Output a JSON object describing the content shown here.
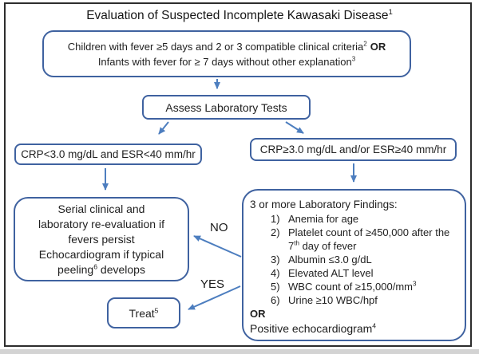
{
  "title": {
    "text": "Evaluation of Suspected Incomplete Kawasaki Disease",
    "sup": "1"
  },
  "criteria_box": {
    "line1": "Children with fever ≥5 days and 2 or 3 compatible clinical criteria",
    "line1_sup": "2",
    "line1_bold": "OR",
    "line2": "Infants with fever for ≥ 7 days without other explanation",
    "line2_sup": "3"
  },
  "assess_box": {
    "label": "Assess Laboratory Tests"
  },
  "crp_low_box": {
    "label": "CRP<3.0 mg/dL and ESR<40 mm/hr"
  },
  "crp_high_box": {
    "label": "CRP≥3.0 mg/dL and/or ESR≥40 mm/hr"
  },
  "serial_box": {
    "line1": "Serial clinical and",
    "line2": "laboratory re-evaluation if",
    "line3": "fevers persist",
    "line4": "Echocardiogram if typical",
    "line5_pre": "peeling",
    "line5_sup": "6",
    "line5_post": " develops"
  },
  "findings_box": {
    "heading": "3 or more Laboratory Findings:",
    "items": [
      {
        "num": "1)",
        "pre": "Anemia for age"
      },
      {
        "num": "2)",
        "pre": "Platelet count of ≥450,000 after the 7",
        "sup": "th",
        "post": " day of fever"
      },
      {
        "num": "3)",
        "pre": "Albumin ≤3.0 g/dL"
      },
      {
        "num": "4)",
        "pre": "Elevated ALT level"
      },
      {
        "num": "5)",
        "pre": "WBC count of ≥15,000/mm",
        "sup": "3"
      },
      {
        "num": "6)",
        "pre": "Urine ≥10 WBC/hpf"
      }
    ],
    "or_label": "OR",
    "footer_pre": "Positive echocardiogram",
    "footer_sup": "4"
  },
  "treat_box": {
    "pre": "Treat",
    "sup": "5"
  },
  "labels": {
    "no": "NO",
    "yes": "YES"
  },
  "colors": {
    "box_border": "#3f62a0",
    "arrow": "#4d7ebf",
    "outer_border": "#2d2d2d",
    "text": "#1f1f1f",
    "strip": "#d3d3d3"
  }
}
